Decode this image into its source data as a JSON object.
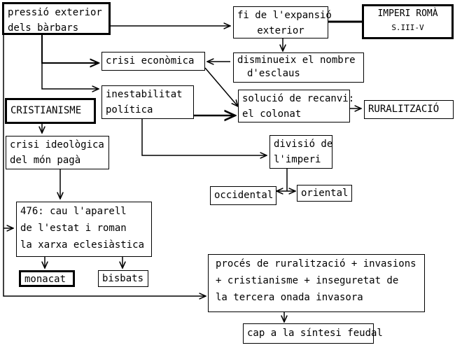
{
  "diagram": {
    "nodes": {
      "pressio": {
        "lines": [
          "pressió exterior",
          "dels bàrbars"
        ]
      },
      "fi_expansio": {
        "lines": [
          "fi de l'expansió",
          "exterior"
        ]
      },
      "imperi_roma": {
        "lines": [
          "IMPERI ROMÀ",
          "S.III-V"
        ]
      },
      "crisi_eco": {
        "lines": [
          "crisi econòmica"
        ]
      },
      "disminueix": {
        "lines": [
          "disminueix el nombre",
          "d'esclaus"
        ]
      },
      "inestabilitat": {
        "lines": [
          "inestabilitat",
          "política"
        ]
      },
      "solucio": {
        "lines": [
          "solució de recanvi:",
          "el colonat"
        ]
      },
      "ruralitzacio": {
        "lines": [
          "RURALITZACIÓ"
        ]
      },
      "cristianisme": {
        "lines": [
          "CRISTIANISME"
        ]
      },
      "crisi_ideo": {
        "lines": [
          "crisi ideològica",
          "del món pagà"
        ]
      },
      "divisio": {
        "lines": [
          "divisió de",
          "l'imperi"
        ]
      },
      "occidental": {
        "lines": [
          "occidental"
        ]
      },
      "oriental": {
        "lines": [
          "oriental"
        ]
      },
      "cau": {
        "lines": [
          "476: cau l'aparell",
          "de l'estat i roman",
          "la xarxa eclesiàstica"
        ]
      },
      "monacat": {
        "lines": [
          "monacat"
        ]
      },
      "bisbats": {
        "lines": [
          "bisbats"
        ]
      },
      "proces": {
        "lines": [
          "procés de ruralització + invasions",
          "+ cristianisme + inseguretat de",
          "la tercera onada invasora"
        ]
      },
      "sintesi": {
        "lines": [
          "cap a la síntesi feudal"
        ]
      }
    }
  }
}
